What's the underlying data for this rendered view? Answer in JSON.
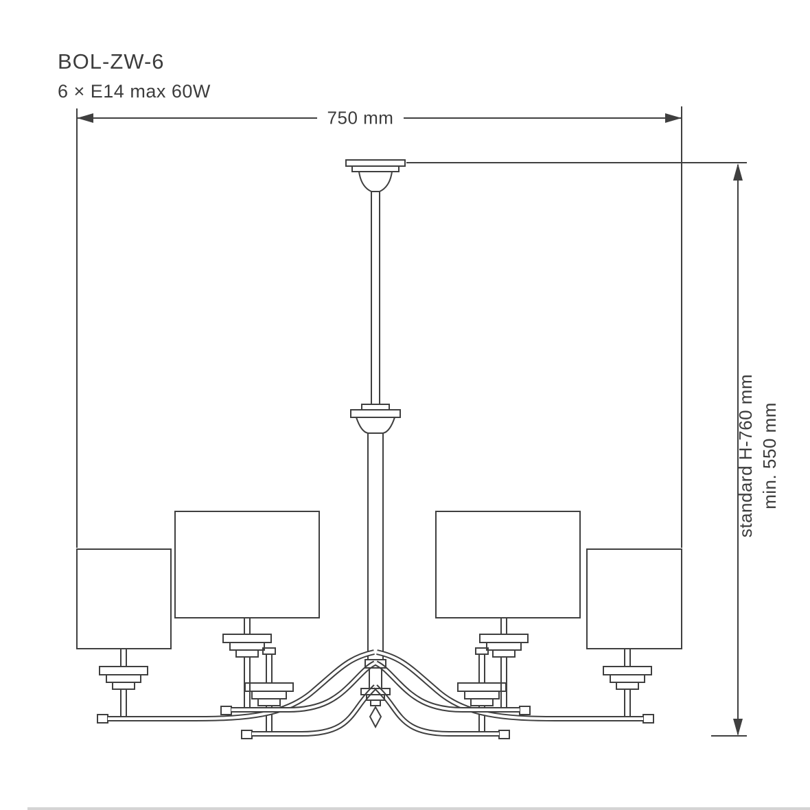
{
  "page": {
    "background": "#ffffff",
    "line_color": "#3f3f3f",
    "text_color": "#3c3c3c"
  },
  "diagram": {
    "product_code": "BOL-ZW-6",
    "lamp_spec": "6 × E14 max 60W",
    "width_dimension": "750 mm",
    "height_dimension_line1": "standard H-760 mm",
    "height_dimension_line2": "min. 550 mm",
    "drawing_subject": "chandelier-technical-drawing"
  }
}
